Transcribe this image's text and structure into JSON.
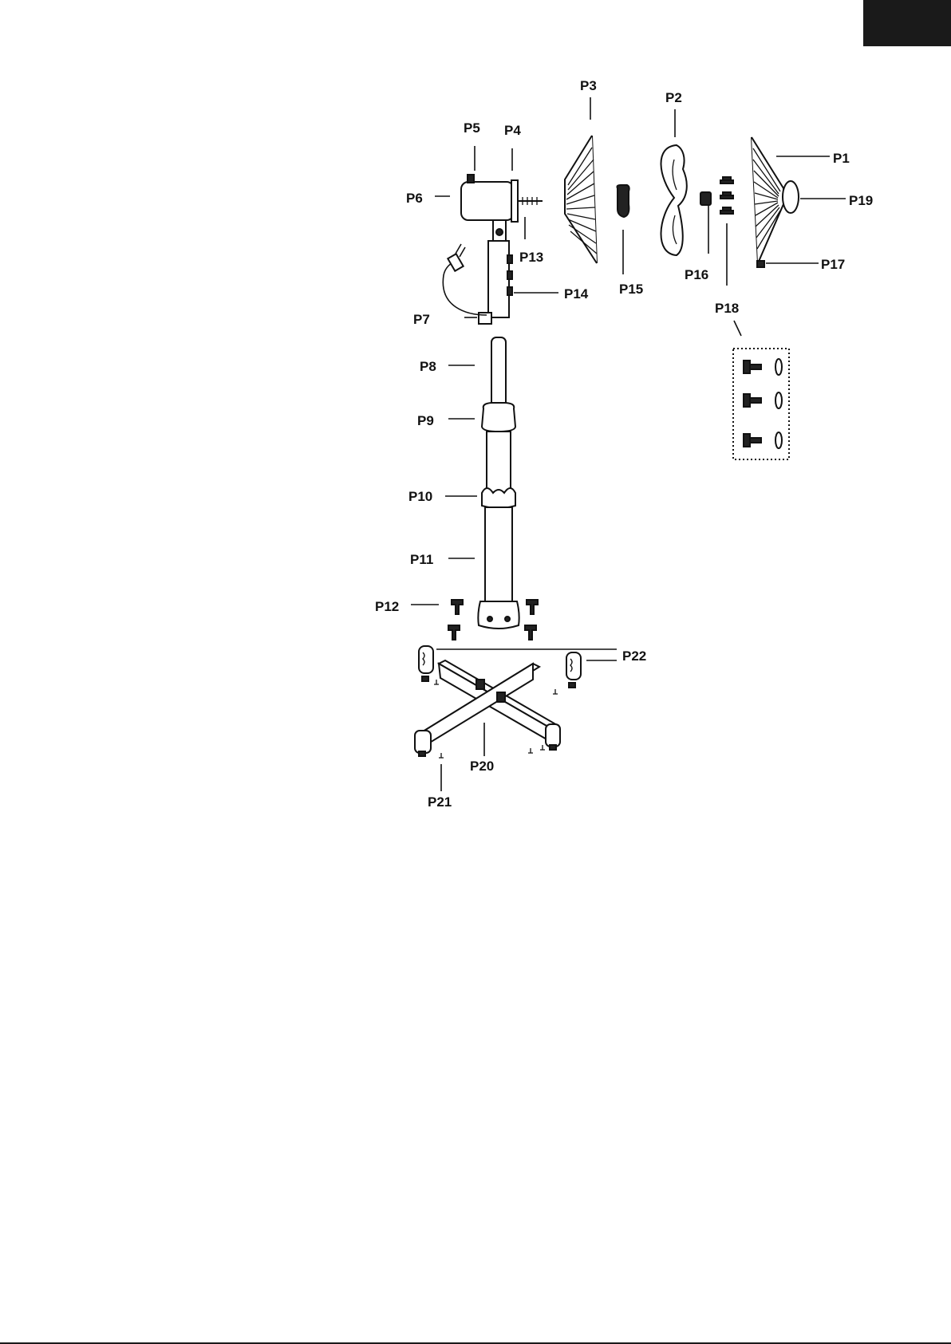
{
  "header": {
    "tab_color": "#1a1a1a"
  },
  "footer": {
    "rule_color": "#1a1a1a"
  },
  "labels": {
    "p1": "P1",
    "p2": "P2",
    "p3": "P3",
    "p4": "P4",
    "p5": "P5",
    "p6": "P6",
    "p7": "P7",
    "p8": "P8",
    "p9": "P9",
    "p10": "P10",
    "p11": "P11",
    "p12": "P12",
    "p13": "P13",
    "p14": "P14",
    "p15": "P15",
    "p16": "P16",
    "p17": "P17",
    "p18": "P18",
    "p19": "P19",
    "p20": "P20",
    "p21": "P21",
    "p22": "P22"
  }
}
